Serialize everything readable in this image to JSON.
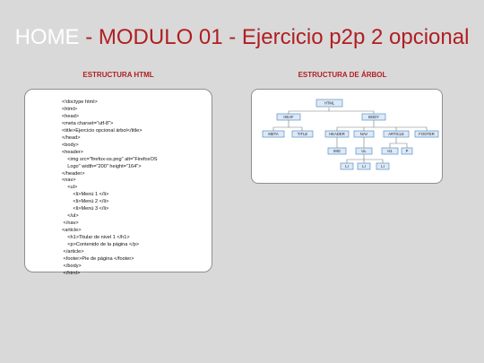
{
  "slide": {
    "title_home": "HOME",
    "title_rest": " - MODULO 01 - Ejercicio p2p 2 opcional"
  },
  "html_section": {
    "label": "ESTRUCTURA HTML",
    "code_lines": [
      "<!doctype html>",
      "<html>",
      "<head>",
      "<meta charset=\"utf-8\">",
      "<title>Ejercicio opcional árbol</title>",
      "</head>",
      "<body>",
      "<header>",
      "    <img src=\"firefox-os.png\" alt=\"FirefoxOS",
      "    Logo\" width=\"200\" height=\"164\">",
      "</header>",
      "<nav>",
      "    <ul>",
      "        <li>Menú 1 </li>",
      "        <li>Menú 2 </li>",
      "        <li>Menú 3 </li>",
      "    </ul>",
      " </nav>",
      "<article>",
      "    <h1>Titular de nivel 1 </h1>",
      "    <p>Contenido de la página </p>",
      " </article>",
      " <footer>Pie de página </footer>",
      " </body>",
      " </html>"
    ]
  },
  "tree_section": {
    "label": "ESTRUCTURA DE ÁRBOL",
    "nodes": {
      "html": "HTML",
      "head": "HEAF",
      "body": "BODY",
      "meta": "META",
      "title": "TITLE",
      "header": "HEADER",
      "nav": "NAV",
      "article": "ARTICLE",
      "footer": "FOOTER",
      "img": "IMG",
      "ul": "UL",
      "h1": "H1",
      "p": "P",
      "li1": "LI",
      "li2": "LI",
      "li3": "LI"
    }
  }
}
